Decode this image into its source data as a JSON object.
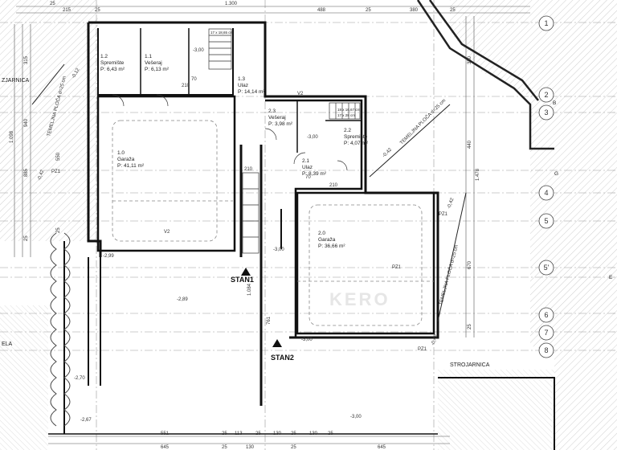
{
  "plan": {
    "grid_axes": [
      "1",
      "2",
      "3",
      "4",
      "5",
      "5'",
      "6",
      "7",
      "8"
    ],
    "axis_letters": {
      "b": "B",
      "g": "G",
      "e": "E"
    },
    "side_labels": {
      "left_top": "ZJARNICA",
      "left_bottom": "ELA",
      "right": "STROJARNICA"
    },
    "units": {
      "stan1": "STAN1",
      "stan2": "STAN2"
    },
    "rooms": [
      {
        "id": "1.2",
        "name": "Spremište",
        "area": "P: 6,43 m²"
      },
      {
        "id": "1.1",
        "name": "Vešeraj",
        "area": "P: 6,13 m²"
      },
      {
        "id": "1.3",
        "name": "Ulaz",
        "area": "P: 14,14 m²"
      },
      {
        "id": "1.0",
        "name": "Garaža",
        "area": "P: 41,11 m²"
      },
      {
        "id": "2.3",
        "name": "Vešeraj",
        "area": "P: 3,98 m²"
      },
      {
        "id": "2.2",
        "name": "Spremište",
        "area": "P: 4,07 m²"
      },
      {
        "id": "2.1",
        "name": "Ulaz",
        "area": "P: 8,39 m²"
      },
      {
        "id": "2.0",
        "name": "Garaža",
        "area": "P: 36,66 m²"
      }
    ],
    "levels": [
      "-3,00",
      "-3,00",
      "-2,99",
      "-2,89",
      "-3,00",
      "-3,00",
      "-2,70",
      "-2,67",
      "-3,00",
      "-0,42",
      "-0,42",
      "-0,42",
      "-0,42",
      "-0,12"
    ],
    "slab_notes": [
      "TEMELJNA PLOČA d=25 cm",
      "TEMELJNA PLOČA d=25 cm",
      "TEMELJNA PLOČA d=25 cm"
    ],
    "stair_notes": [
      "17 x 18,65 cm",
      "18 x 16,67 cm",
      "17 x 28 cm"
    ],
    "top_dims": [
      "25",
      "215",
      "25",
      "1.300",
      "488",
      "25",
      "380",
      "25"
    ],
    "bottom_dims_1": [
      "551",
      "25",
      "113",
      "25",
      "130",
      "25",
      "130",
      "25"
    ],
    "bottom_dims_2": [
      "645",
      "25",
      "130",
      "25",
      "645"
    ],
    "left_dims": [
      "315",
      "1.098",
      "940",
      "885",
      "550",
      "25",
      "25"
    ],
    "right_dims": [
      "350",
      "440",
      "1.478",
      "670",
      "25"
    ],
    "inner_dims": [
      "210",
      "210",
      "70",
      "70",
      "210",
      "1.084",
      "761"
    ],
    "misc_codes": [
      "V2",
      "V2",
      "PZ1",
      "PZ1",
      "PZ1",
      "PZ1"
    ],
    "watermark": "KERO"
  }
}
